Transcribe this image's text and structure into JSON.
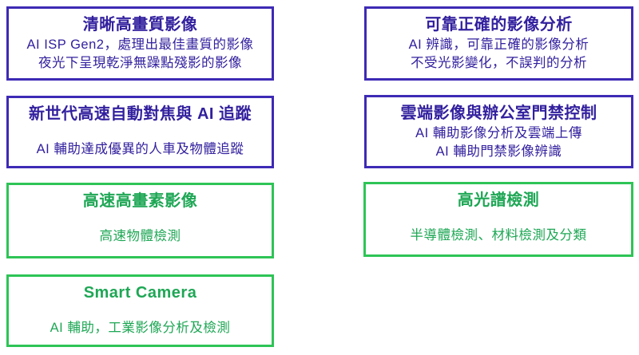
{
  "page": {
    "background": "#ffffff"
  },
  "colors": {
    "purple_border": "#3d2ab5",
    "purple_text": "#32209e",
    "green_border": "#2ec456",
    "green_text": "#1ea755"
  },
  "boxes": [
    {
      "id": "clear-image-quality",
      "theme": "purple",
      "title": "清晰高畫質影像",
      "lines": [
        "AI ISP Gen2，處理出最佳畫質的影像",
        "夜光下呈現乾淨無躁點殘影的影像"
      ]
    },
    {
      "id": "reliable-image-analysis",
      "theme": "purple",
      "title": "可靠正確的影像分析",
      "lines": [
        "AI 辨識，可靠正確的影像分析",
        "不受光影變化，不誤判的分析"
      ]
    },
    {
      "id": "autofocus-ai-tracking",
      "theme": "purple",
      "title": "新世代高速自動對焦與 AI 追蹤",
      "lines": [
        "AI 輔助達成優異的人車及物體追蹤"
      ]
    },
    {
      "id": "cloud-image-access-control",
      "theme": "purple",
      "title": "雲端影像與辦公室門禁控制",
      "lines": [
        "AI 輔助影像分析及雲端上傳",
        "AI 輔助門禁影像辨識"
      ]
    },
    {
      "id": "high-speed-high-pixel-image",
      "theme": "green",
      "title": "高速高畫素影像",
      "lines": [
        "高速物體檢測"
      ]
    },
    {
      "id": "hyperspectral-detection",
      "theme": "green",
      "title": "高光譜檢測",
      "lines": [
        "半導體檢測、材料檢測及分類"
      ]
    },
    {
      "id": "smart-camera",
      "theme": "green",
      "title": "Smart Camera",
      "lines": [
        "AI 輔助，工業影像分析及檢測"
      ]
    }
  ]
}
